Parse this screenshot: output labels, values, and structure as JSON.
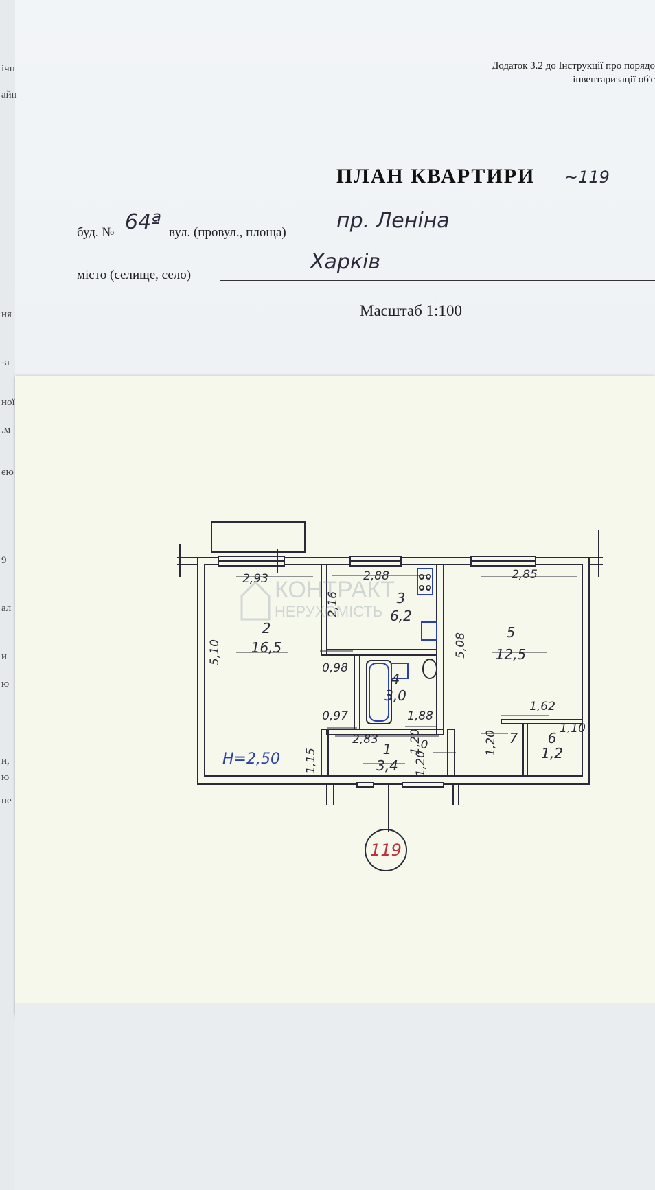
{
  "annex": {
    "line1": "Додаток 3.2 до Інструкції про порядо",
    "line2": "інвентаризації об'є"
  },
  "title": "ПЛАН КВАРТИРИ",
  "apartment_no": "~119",
  "building": {
    "label_no": "буд. №",
    "no": "64ª",
    "label_street": "вул. (провул., площа)",
    "street": "пр. Леніна"
  },
  "city": {
    "label": "місто (селище, село)",
    "value": "Харків"
  },
  "scale": "Масштаб 1:100",
  "left_strip_glyphs": [
    "ічн",
    "айн",
    "ня",
    "-а",
    "ної",
    ".м",
    "ею",
    "9",
    "ал",
    "и",
    "ю",
    "и,",
    "ю",
    "не"
  ],
  "plan": {
    "rooms": [
      {
        "num": "2",
        "area": "16,5"
      },
      {
        "num": "3",
        "area": "6,2"
      },
      {
        "num": "4",
        "area": "3,0"
      },
      {
        "num": "5",
        "area": "12,5"
      },
      {
        "num": "1",
        "area": "3,4"
      },
      {
        "num": "6",
        "area": "1,2"
      },
      {
        "num": "7"
      }
    ],
    "dims": [
      "2,93",
      "5,10",
      "2,88",
      "2,16",
      "0,98",
      "5,08",
      "2,85",
      "0,97",
      "1,88",
      "2,83",
      "1,15",
      "1,20",
      "1,20",
      "1,62",
      "1,10",
      "1,20",
      "0"
    ],
    "height_note": "H=2,50",
    "circle_label": "119"
  },
  "watermark": {
    "line1": "КОНТРАКТ",
    "line2": "НЕРУХОМІСТЬ"
  },
  "colors": {
    "ink": "#2a2a3a",
    "blue_ink": "#2b3fb0",
    "red_ink": "#c0303a",
    "sheet": "#f7f8ec"
  }
}
